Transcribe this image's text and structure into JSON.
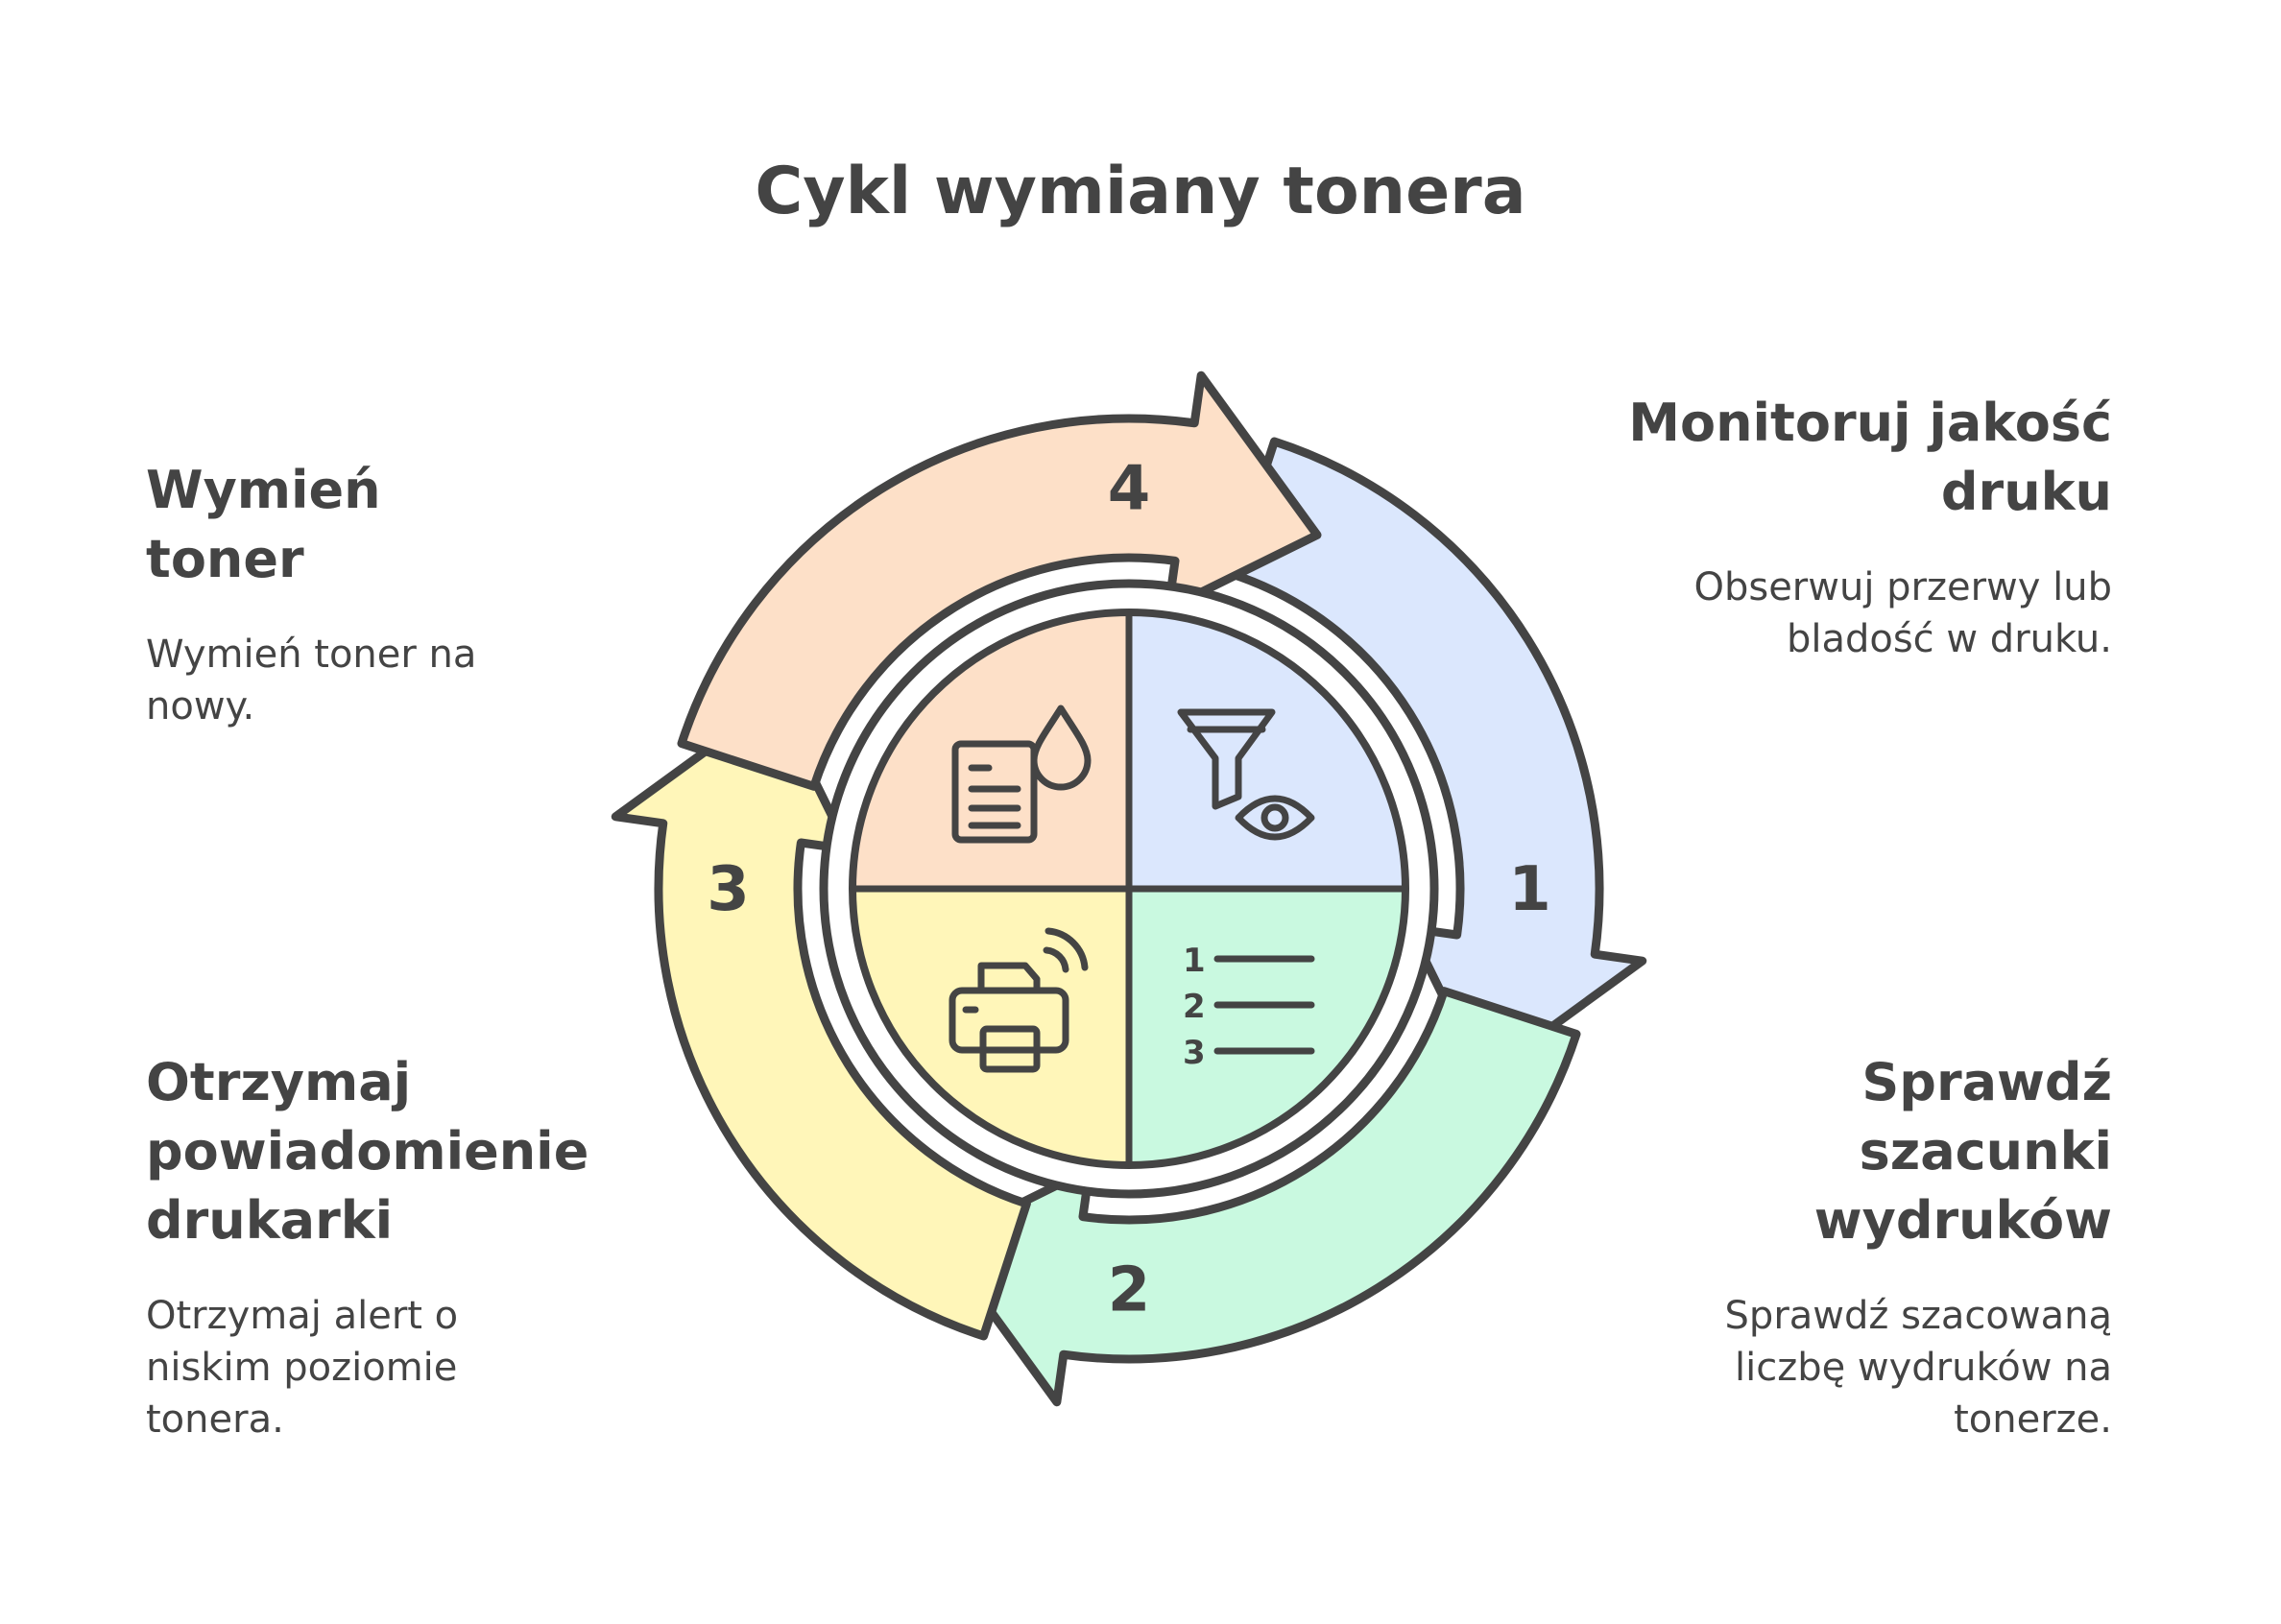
{
  "title": "Cykl wymiany tonera",
  "steps": [
    {
      "number": "1",
      "heading": "Monitoruj jakość druku",
      "description": "Obserwuj przerwy lub bladość w druku.",
      "color": "#dbe7fd"
    },
    {
      "number": "2",
      "heading": "Sprawdź szacunki wydruków",
      "description": "Sprawdź szacowaną liczbę wydruków na tonerze.",
      "color": "#c9f9e0"
    },
    {
      "number": "3",
      "heading": "Otrzymaj powiadomienie drukarki",
      "description": "Otrzymaj alert o niskim poziomie tonera.",
      "color": "#fff6b9"
    },
    {
      "number": "4",
      "heading": "Wymień toner",
      "description": "Wymień toner na nowy.",
      "color": "#fde0c8"
    }
  ],
  "icons": {
    "step1": "funnel-eye-icon",
    "step2": "numbered-list-icon",
    "step3": "wireless-printer-icon",
    "step4": "document-ink-drop-icon"
  },
  "list_numbers": [
    "1",
    "2",
    "3"
  ],
  "stroke_color": "#444444"
}
